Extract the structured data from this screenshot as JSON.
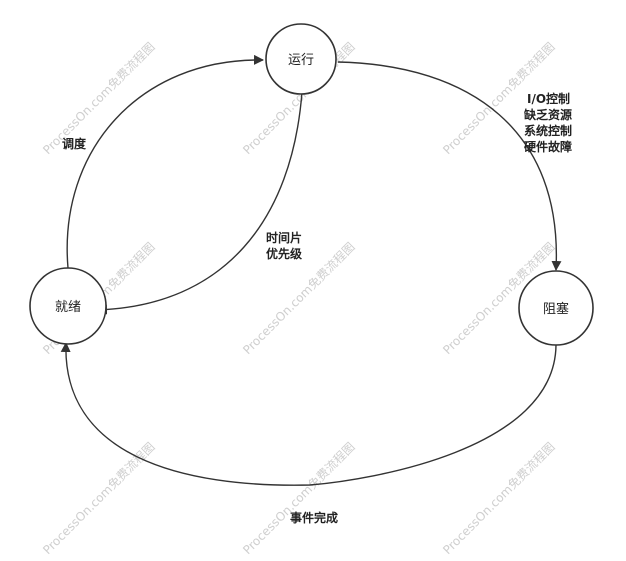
{
  "nodes": {
    "running": "运行",
    "ready": "就绪",
    "blocked": "阻塞"
  },
  "edges": {
    "dispatch": "调度",
    "timeslice_1": "时间片",
    "timeslice_2": "优先级",
    "block_1": "I/O控制",
    "block_2": "缺乏资源",
    "block_3": "系统控制",
    "block_4": "硬件故障",
    "complete": "事件完成"
  },
  "watermark": "ProcessOn.com免费流程图",
  "colors": {
    "stroke": "#333333",
    "text": "#222222",
    "watermark": "#cfcfcf"
  }
}
